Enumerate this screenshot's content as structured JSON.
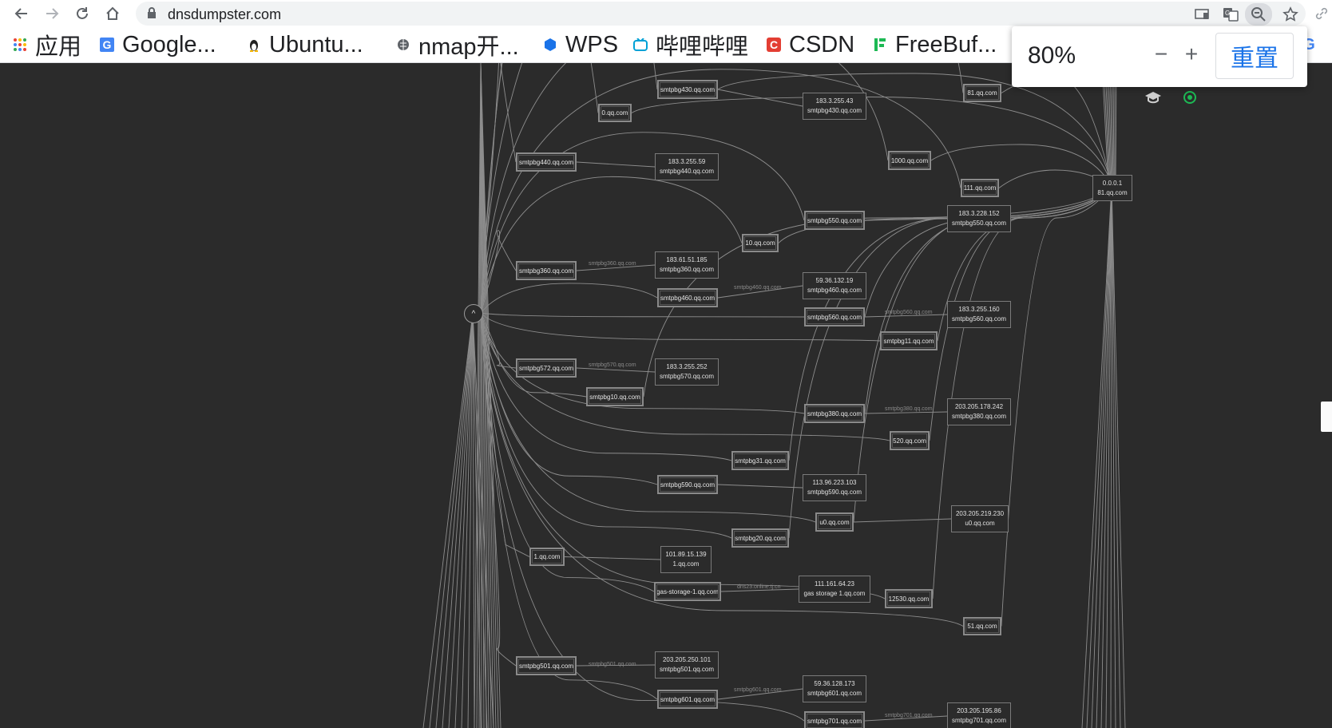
{
  "browser": {
    "url": "dnsdumpster.com",
    "bookmarks": [
      "应用",
      "Google...",
      "Ubuntu...",
      "nmap开...",
      "WPS",
      "哔哩哔哩",
      "CSDN",
      "FreeBuf..."
    ]
  },
  "zoom": {
    "level": "80%",
    "minus": "−",
    "plus": "+",
    "reset": "重置"
  },
  "colors": {
    "page_bg": "#2b2b2b",
    "node_border": "#8a8a8a",
    "edge": "#9a9a9a",
    "reset_text": "#1a73e8"
  },
  "graph": {
    "root": "^",
    "nodes": [
      {
        "label": "smtpbg430.qq.com"
      },
      {
        "label": "0.qq.com"
      },
      {
        "label": "smtpbg440.qq.com"
      },
      {
        "label": "1000.qq.com"
      },
      {
        "label": "111.qq.com"
      },
      {
        "label": "81.qq.com"
      },
      {
        "label": "smtpbg550.qq.com"
      },
      {
        "label": "10.qq.com"
      },
      {
        "label": "smtpbg360.qq.com"
      },
      {
        "label": "smtpbg460.qq.com"
      },
      {
        "label": "smtpbg560.qq.com"
      },
      {
        "label": "smtpbg11.qq.com"
      },
      {
        "label": "smtpbg572.qq.com"
      },
      {
        "label": "smtpbg10.qq.com"
      },
      {
        "label": "smtpbg380.qq.com"
      },
      {
        "label": "520.qq.com"
      },
      {
        "label": "smtpbg31.qq.com"
      },
      {
        "label": "smtpbg590.qq.com"
      },
      {
        "label": "u0.qq.com"
      },
      {
        "label": "smtpbg20.qq.com"
      },
      {
        "label": "1.qq.com"
      },
      {
        "label": "gas-storage-1.qq.com"
      },
      {
        "label": "12530.qq.com"
      },
      {
        "label": "51.qq.com"
      },
      {
        "label": "smtpbg501.qq.com"
      },
      {
        "label": "smtpbg601.qq.com"
      },
      {
        "label": "smtpbg701.qq.com"
      }
    ],
    "ip_nodes": [
      {
        "ip": "183.3.255.43",
        "host": "smtpbg430.qq.com"
      },
      {
        "ip": "183.3.255.59",
        "host": "smtpbg440.qq.com"
      },
      {
        "ip": "0.0.0.1",
        "host": "81.qq.com"
      },
      {
        "ip": "183.3.228.152",
        "host": "smtpbg550.qq.com"
      },
      {
        "ip": "183.61.51.185",
        "host": "smtpbg360.qq.com"
      },
      {
        "ip": "59.36.132.19",
        "host": "smtpbg460.qq.com"
      },
      {
        "ip": "183.3.255.160",
        "host": "smtpbg560.qq.com"
      },
      {
        "ip": "183.3.255.252",
        "host": "smtpbg570.qq.com"
      },
      {
        "ip": "203.205.178.242",
        "host": "smtpbg380.qq.com"
      },
      {
        "ip": "113.96.223.103",
        "host": "smtpbg590.qq.com"
      },
      {
        "ip": "203.205.219.230",
        "host": "u0.qq.com"
      },
      {
        "ip": "101.89.15.139",
        "host": "1.qq.com"
      },
      {
        "ip": "111.161.64.23",
        "host": "gas storage 1.qq.com"
      },
      {
        "ip": "203.205.250.101",
        "host": "smtpbg501.qq.com"
      },
      {
        "ip": "59.36.128.173",
        "host": "smtpbg601.qq.com"
      },
      {
        "ip": "203.205.195.86",
        "host": "smtpbg701.qq.com"
      }
    ],
    "edge_labels": [
      "smtpbg360.qq.com",
      "smtpbg460.qq.com",
      "smtpbg560.qq.com",
      "smtpbg570.qq.com",
      "smtpbg380.qq.com",
      "dns23.online.tj.cn",
      "smtpbg501.qq.com",
      "smtpbg601.qq.com",
      "smtpbg701.qq.com"
    ]
  }
}
